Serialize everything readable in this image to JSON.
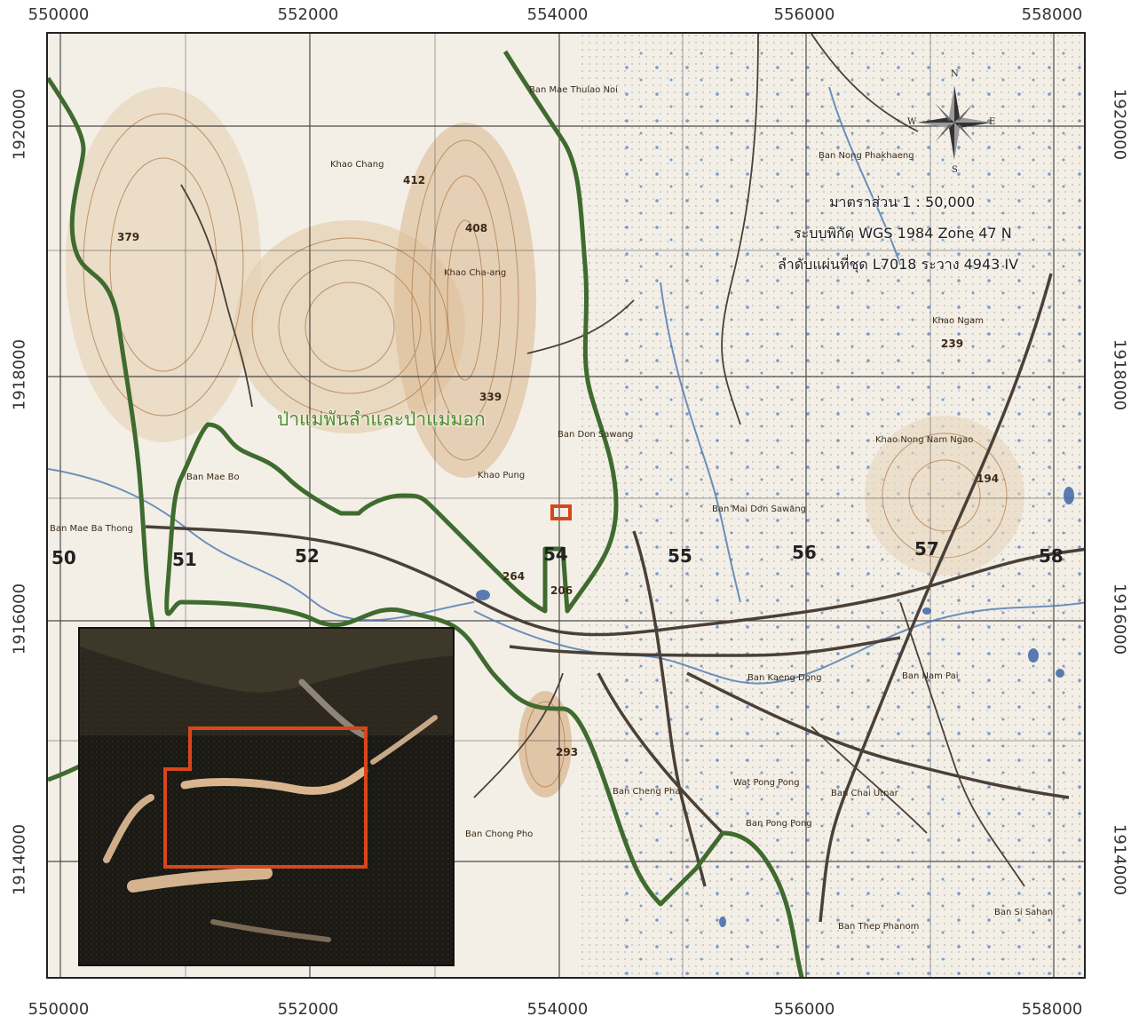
{
  "axes": {
    "x_ticks": [
      "550000",
      "552000",
      "554000",
      "556000",
      "558000"
    ],
    "y_ticks": [
      "1920000",
      "1918000",
      "1916000",
      "1914000"
    ]
  },
  "map_info": {
    "scale": "มาตราส่วน 1 : 50,000",
    "coord_system": "ระบบพิกัด WGS 1984 Zone 47 N",
    "sheet": "ลำดับแผ่นที่ชุด L7018 ระวาง 4943 IV"
  },
  "forest_label": "ป่าแม่พันลำและป่าแม่มอก",
  "compass": {
    "n": "N",
    "s": "S",
    "e": "E",
    "w": "W"
  },
  "grid_numbers": [
    "50",
    "51",
    "52",
    "54",
    "55",
    "56",
    "57",
    "58"
  ],
  "elevations": [
    "412",
    "379",
    "408",
    "339",
    "239",
    "194",
    "264",
    "206",
    "293"
  ],
  "places": [
    "Ban Mae Thulao Noi",
    "Khao Chang",
    "Khao Cha-ang",
    "Ban Mae Bo",
    "Ban Don Sawang",
    "Khao Pung",
    "Ban Mai Don Sawang",
    "Khao Nong Nam Ngao",
    "Khao Ngam",
    "Ban Nong Phakhaeng",
    "Ban Kaeng Dong",
    "Ban Pong Pong",
    "Ban Chong Pho",
    "Ban Cheng Pha",
    "Ban Chai Utnar",
    "Ban Thep Phanom",
    "Ban Si Sahan",
    "Ban Nam Pai",
    "Wat Pong Pong",
    "Ban Mae Ba Thong"
  ],
  "colors": {
    "forest_boundary": "#3f6b2f",
    "study_area": "#d8461c",
    "contour": "#b07a4a",
    "road": "#4a4038",
    "river": "#4a77b3",
    "grid": "#222222"
  },
  "inset_title": ""
}
